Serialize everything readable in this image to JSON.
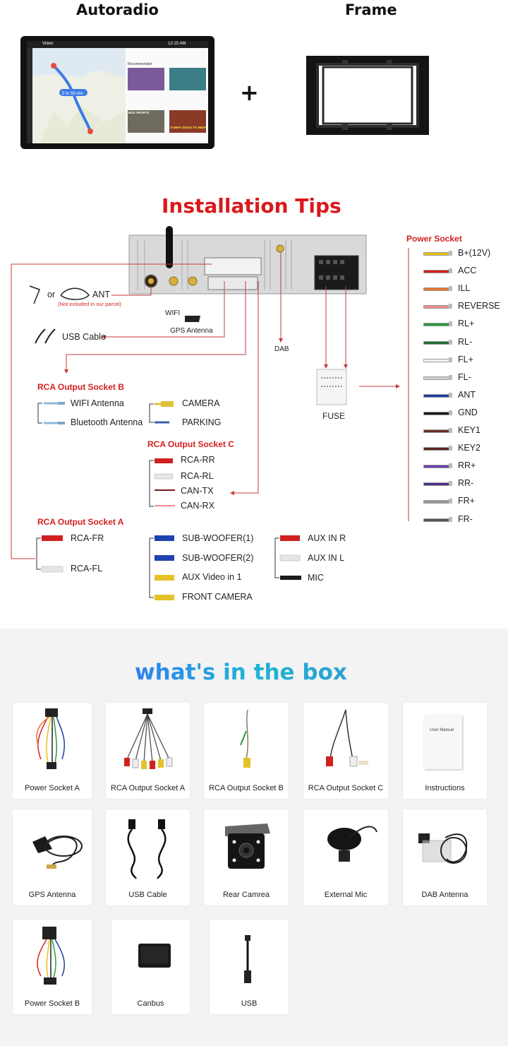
{
  "top": {
    "autoradio_title": "Autoradio",
    "frame_title": "Frame",
    "plus": "+",
    "screen": {
      "app_label": "Video",
      "time": "12:15 AM",
      "eta": "5 hr 58 min",
      "header": "Recommended",
      "tile1": "BOX SPORTS",
      "tile2": "FUNNY DOGS TO INDIA"
    }
  },
  "install": {
    "title": "Installation Tips",
    "ant_or": "or",
    "ant_label": "ANT",
    "ant_note": "(Not included in our parcel)",
    "wifi": "WIFI",
    "gps": "GPS Antenna",
    "usb": "USB Cable",
    "dab": "DAB",
    "fuse": "FUSE",
    "power_socket": {
      "title": "Power Socket",
      "wires": [
        {
          "label": "B+(12V)",
          "color": "#e6c318"
        },
        {
          "label": "ACC",
          "color": "#d8201c"
        },
        {
          "label": "ILL",
          "color": "#e8742a"
        },
        {
          "label": "REVERSE",
          "color": "#f08b8b"
        },
        {
          "label": "RL+",
          "color": "#2a9a3a"
        },
        {
          "label": "RL-",
          "color": "#1f6e35"
        },
        {
          "label": "FL+",
          "color": "#f2f2f2"
        },
        {
          "label": "FL-",
          "color": "#d0d0d0"
        },
        {
          "label": "ANT",
          "color": "#1d3fa0"
        },
        {
          "label": "GND",
          "color": "#1a1a1a"
        },
        {
          "label": "KEY1",
          "color": "#6b2f2a"
        },
        {
          "label": "KEY2",
          "color": "#5a2420"
        },
        {
          "label": "RR+",
          "color": "#6a3fb0"
        },
        {
          "label": "RR-",
          "color": "#4a3088"
        },
        {
          "label": "FR+",
          "color": "#9a9a9a"
        },
        {
          "label": "FR-",
          "color": "#555555"
        }
      ]
    },
    "rca_b": {
      "title": "RCA Output Socket B",
      "items": [
        "WIFI Antenna",
        "Bluetooth Antenna",
        "CAMERA",
        "PARKING"
      ]
    },
    "rca_c": {
      "title": "RCA Output Socket C",
      "items": [
        "RCA-RR",
        "RCA-RL",
        "CAN-TX",
        "CAN-RX"
      ]
    },
    "rca_a": {
      "title": "RCA Output Socket A",
      "left": [
        "RCA-FR",
        "RCA-FL"
      ],
      "middle": [
        "SUB-WOOFER(1)",
        "SUB-WOOFER(2)",
        "AUX Video in 1",
        "FRONT CAMERA"
      ],
      "right": [
        "AUX IN R",
        "AUX IN L",
        "MIC"
      ]
    }
  },
  "box": {
    "title": "what's in the box",
    "manual_title": "User Manual",
    "items": [
      "Power Socket A",
      "RCA Output Socket A",
      "RCA Output Socket B",
      "RCA Output Socket C",
      "Instructions",
      "GPS Antenna",
      "USB Cable",
      "Rear Camrea",
      "External Mic",
      "DAB Antenna",
      "Power Socket B",
      "Canbus",
      "USB"
    ]
  }
}
